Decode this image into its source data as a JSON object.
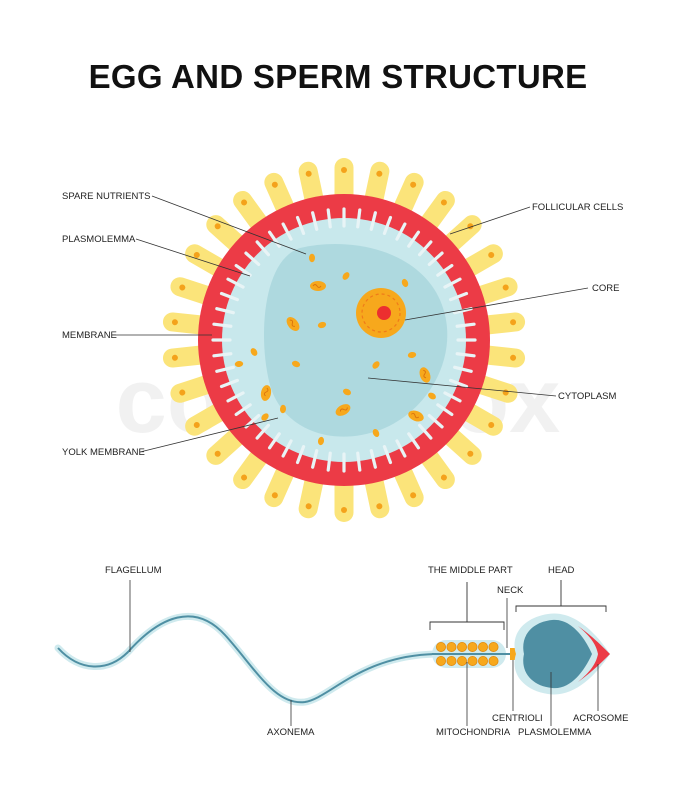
{
  "title": "EGG AND SPERM STRUCTURE",
  "watermark": "colourbox",
  "colors": {
    "follicle_yellow": "#fbe47a",
    "follicle_dot": "#f4a21b",
    "membrane_red": "#ec3b46",
    "cytoplasm": "#c8e8ec",
    "core_orange": "#f7a81c",
    "nucleolus": "#ec2f2f",
    "sperm_body": "#cfeaee",
    "sperm_dark": "#4f8fa3",
    "acrosome": "#ec3b46"
  },
  "egg_labels": {
    "spare_nutrients": "SPARE NUTRIENTS",
    "plasmolemma": "PLASMOLEMMA",
    "membrane": "MEMBRANE",
    "yolk_membrane": "YOLK MEMBRANE",
    "follicular_cells": "FOLLICULAR CELLS",
    "core": "CORE",
    "cytoplasm": "CYTOPLASM"
  },
  "sperm_labels": {
    "flagellum": "FLAGELLUM",
    "middle_part": "THE MIDDLE PART",
    "head": "HEAD",
    "neck": "NECK",
    "axonema": "AXONEMA",
    "mitochondria": "MITOCHONDRIA",
    "centrioli": "CENTRIOLI",
    "plasmolemma": "PLASMOLEMMA",
    "acrosome": "ACROSOME"
  }
}
